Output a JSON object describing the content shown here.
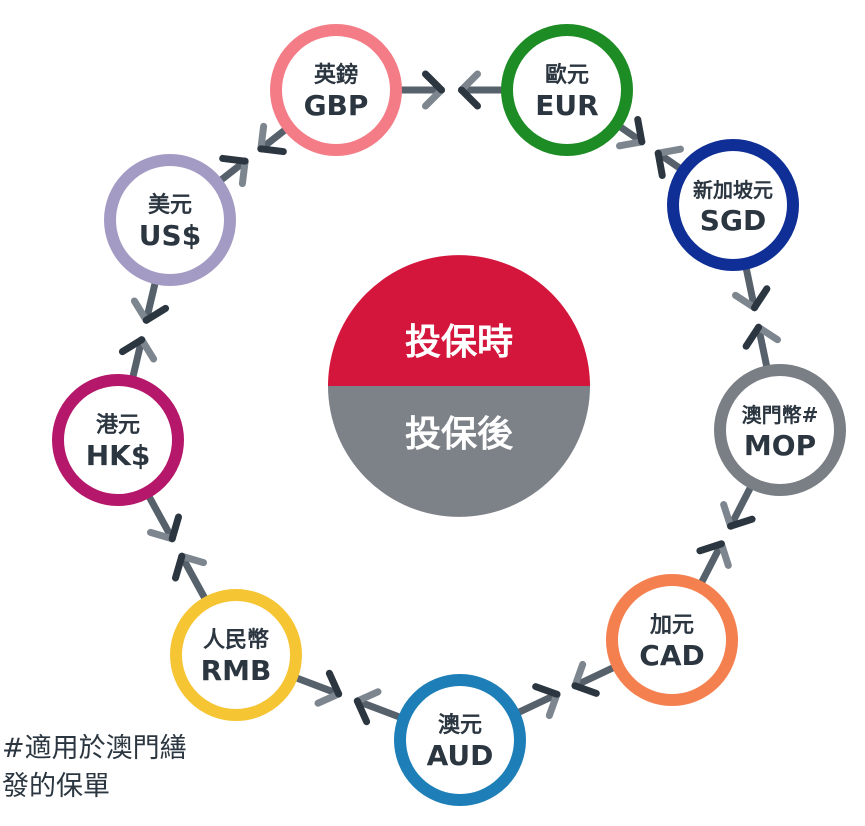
{
  "center": {
    "top_label": "投保時",
    "bottom_label": "投保後",
    "top_color": "#d4163c",
    "bottom_color": "#7d8188"
  },
  "currencies": [
    {
      "zh": "英鎊",
      "code": "GBP",
      "color": "#f47c87"
    },
    {
      "zh": "歐元",
      "code": "EUR",
      "color": "#1e8c25"
    },
    {
      "zh": "新加坡元",
      "code": "SGD",
      "color": "#0f2f96"
    },
    {
      "zh": "澳門幣#",
      "code": "MOP",
      "color": "#7a7f86"
    },
    {
      "zh": "加元",
      "code": "CAD",
      "color": "#f5804f"
    },
    {
      "zh": "澳元",
      "code": "AUD",
      "color": "#1e7fb8"
    },
    {
      "zh": "人民幣",
      "code": "RMB",
      "color": "#f6c534"
    },
    {
      "zh": "港元",
      "code": "HK$",
      "color": "#b5176a"
    },
    {
      "zh": "美元",
      "code": "US$",
      "color": "#a49bc4"
    }
  ],
  "footnote": {
    "line1": "#適用於澳門繕",
    "line2": "發的保單"
  },
  "colors": {
    "text": "#2b3640",
    "arrow": "#56616b",
    "arrow_dark": "#2b3640",
    "arrow_light": "#7d868e"
  }
}
